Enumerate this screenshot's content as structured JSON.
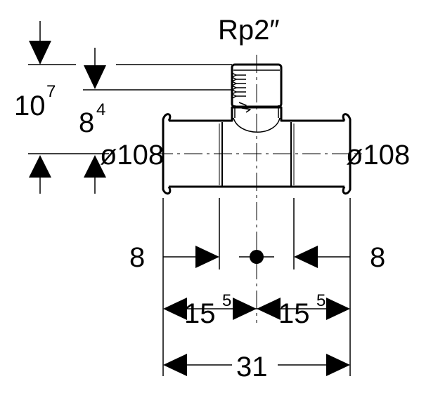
{
  "labels": {
    "thread": "Rp2″",
    "height_outer_main": "10",
    "height_outer_sup": "7",
    "height_inner_main": "8",
    "height_inner_sup": "4",
    "dia_left": "ø108",
    "dia_right": "ø108",
    "insert_left": "8",
    "insert_right": "8",
    "half_left_main": "15",
    "half_left_sup": "5",
    "half_right_main": "15",
    "half_right_sup": "5",
    "overall": "31"
  }
}
